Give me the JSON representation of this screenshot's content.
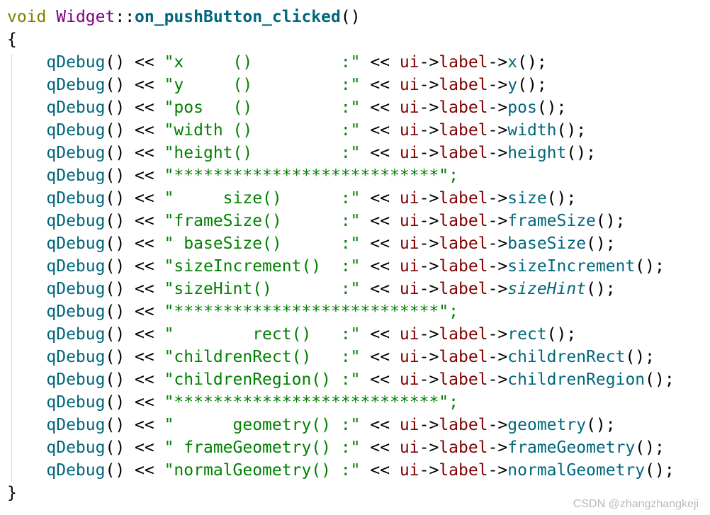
{
  "colors": {
    "keyword": "#808000",
    "type": "#800080",
    "function_bold": "#00677c",
    "call": "#00677c",
    "string": "#008000",
    "member": "#800000",
    "method": "#00677c",
    "plain": "#000000",
    "watermark": "#b8b8b8"
  },
  "watermark": "CSDN @zhangzhangkeji",
  "code": {
    "signature": [
      {
        "text": "void",
        "kind": "keyword"
      },
      {
        "text": " ",
        "kind": "plain"
      },
      {
        "text": "Widget",
        "kind": "type"
      },
      {
        "text": "::",
        "kind": "plain"
      },
      {
        "text": "on_pushButton_clicked",
        "kind": "function_bold"
      },
      {
        "text": "()",
        "kind": "plain"
      }
    ],
    "open_brace": "{",
    "close_brace": "}",
    "stream_call": "qDebug",
    "stream_parens": "()",
    "stream_op": " << ",
    "ui_member": "ui",
    "arrow": "->",
    "label_member": "label",
    "call_suffix": "();",
    "statements": [
      {
        "label": "\"x     ()         :\"",
        "method": "x"
      },
      {
        "label": "\"y     ()         :\"",
        "method": "y"
      },
      {
        "label": "\"pos   ()         :\"",
        "method": "pos"
      },
      {
        "label": "\"width ()         :\"",
        "method": "width"
      },
      {
        "label": "\"height()         :\"",
        "method": "height"
      },
      {
        "label": "\"***************************\";",
        "method": ""
      },
      {
        "label": "\"     size()      :\"",
        "method": "size"
      },
      {
        "label": "\"frameSize()      :\"",
        "method": "frameSize"
      },
      {
        "label": "\" baseSize()      :\"",
        "method": "baseSize"
      },
      {
        "label": "\"sizeIncrement()  :\"",
        "method": "sizeIncrement"
      },
      {
        "label": "\"sizeHint()       :\"",
        "method": "sizeHint",
        "italic": true
      },
      {
        "label": "\"***************************\";",
        "method": ""
      },
      {
        "label": "\"        rect()   :\"",
        "method": "rect"
      },
      {
        "label": "\"childrenRect()   :\"",
        "method": "childrenRect"
      },
      {
        "label": "\"childrenRegion() :\"",
        "method": "childrenRegion"
      },
      {
        "label": "\"***************************\";",
        "method": ""
      },
      {
        "label": "\"      geometry() :\"",
        "method": "geometry"
      },
      {
        "label": "\" frameGeometry() :\"",
        "method": "frameGeometry"
      },
      {
        "label": "\"normalGeometry() :\"",
        "method": "normalGeometry"
      }
    ]
  }
}
